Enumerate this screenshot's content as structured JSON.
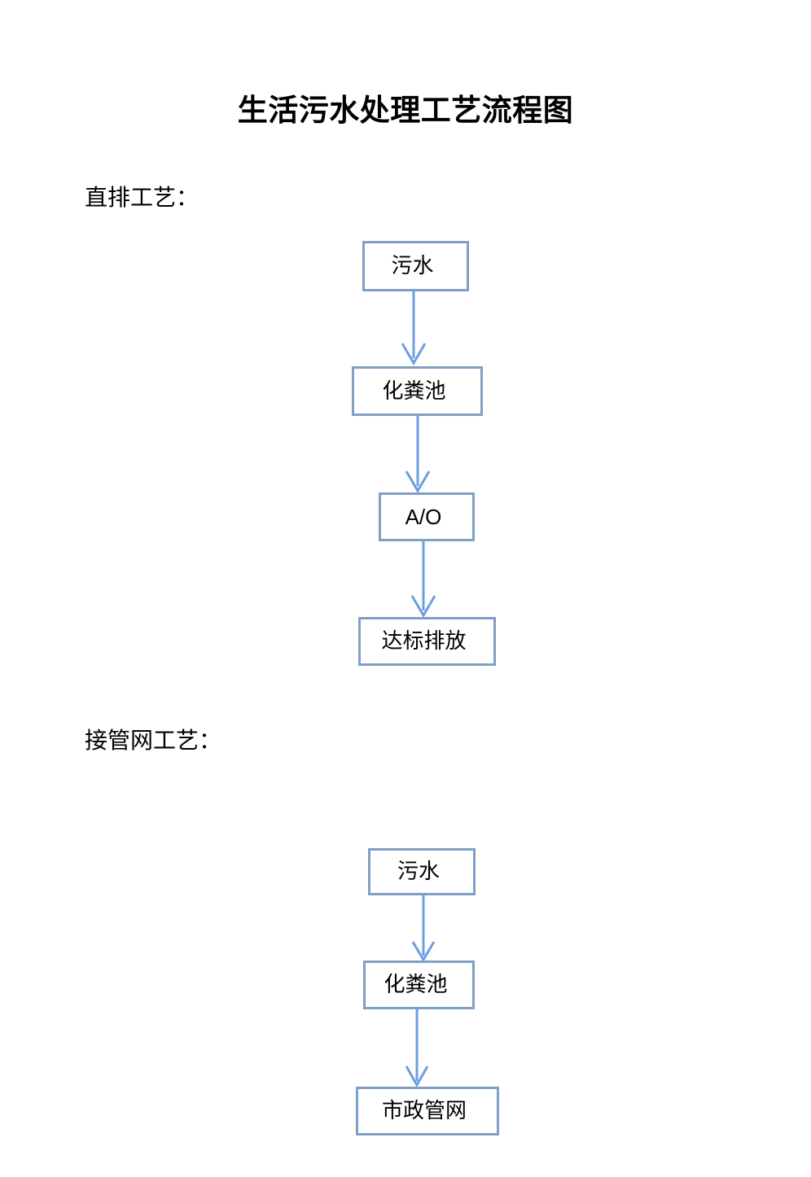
{
  "document": {
    "title": "生活污水处理工艺流程图",
    "page_background": "#ffffff",
    "accent_border_color": "#7f9fc4",
    "arrow_color": "#6d9ee0",
    "text_color": "#000000"
  },
  "sections": [
    {
      "id": "direct-discharge",
      "label": "直排工艺：",
      "nodes": [
        {
          "id": "d1",
          "label": "污水"
        },
        {
          "id": "d2",
          "label": "化粪池"
        },
        {
          "id": "d3",
          "label": "A/O"
        },
        {
          "id": "d4",
          "label": "达标排放"
        }
      ],
      "edges": [
        {
          "from": "d1",
          "to": "d2",
          "marker": "arrow-down"
        },
        {
          "from": "d2",
          "to": "d3",
          "marker": "arrow-down"
        },
        {
          "from": "d3",
          "to": "d4",
          "marker": "arrow-down"
        }
      ]
    },
    {
      "id": "municipal-connection",
      "label": "接管网工艺：",
      "nodes": [
        {
          "id": "p1",
          "label": "污水"
        },
        {
          "id": "p2",
          "label": "化粪池"
        },
        {
          "id": "p3",
          "label": "市政管网"
        }
      ],
      "edges": [
        {
          "from": "p1",
          "to": "p2",
          "marker": "arrow-down"
        },
        {
          "from": "p2",
          "to": "p3",
          "marker": "arrow-down"
        }
      ]
    }
  ]
}
